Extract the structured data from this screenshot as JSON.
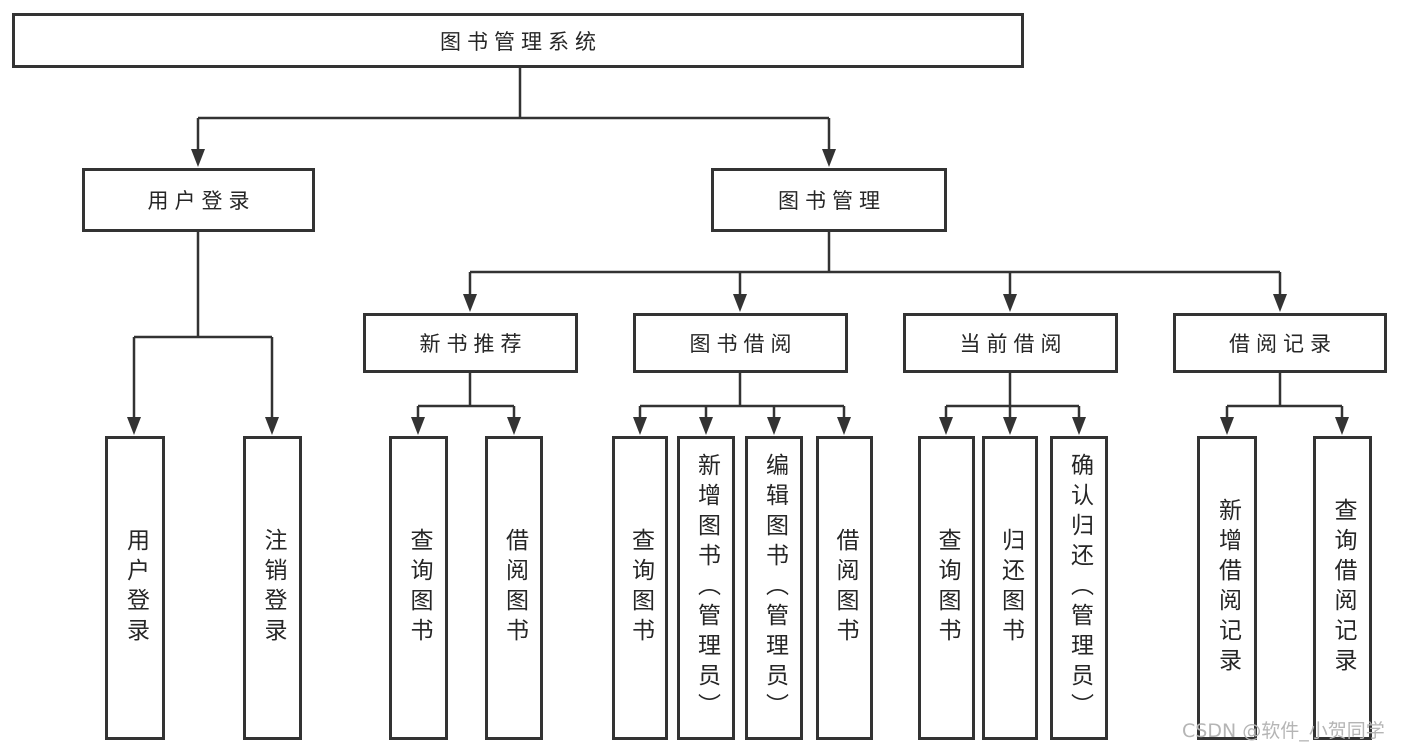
{
  "diagram": {
    "root": {
      "label": "图书管理系统"
    },
    "branches": [
      {
        "label": "用户登录",
        "children": [
          "用户登录",
          "注销登录"
        ]
      },
      {
        "label": "图书管理",
        "sections": [
          {
            "label": "新书推荐",
            "children": [
              "查询图书",
              "借阅图书"
            ]
          },
          {
            "label": "图书借阅",
            "children": [
              "查询图书",
              "新增图书（管理员）",
              "编辑图书（管理员）",
              "借阅图书"
            ]
          },
          {
            "label": "当前借阅",
            "children": [
              "查询图书",
              "归还图书",
              "确认归还（管理员）"
            ]
          },
          {
            "label": "借阅记录",
            "children": [
              "新增借阅记录",
              "查询借阅记录"
            ]
          }
        ]
      }
    ]
  },
  "watermark": {
    "text": "CSDN @软件_小贺同学"
  },
  "colors": {
    "line": "#333333",
    "text": "#262626",
    "watermark": "#b5b5b5",
    "background": "#ffffff"
  }
}
